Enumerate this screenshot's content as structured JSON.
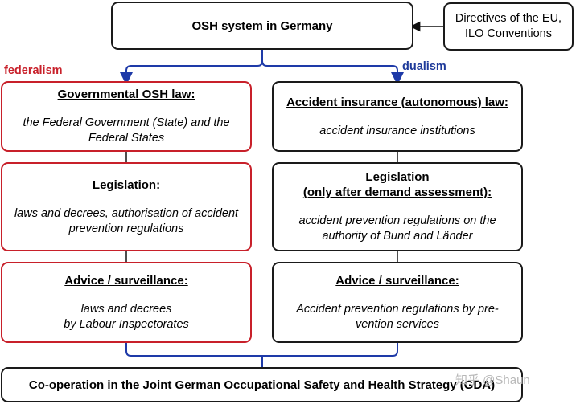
{
  "top": {
    "title": "OSH system in Germany"
  },
  "side_box": {
    "line1": "Directives of the EU,",
    "line2": "ILO Conventions"
  },
  "labels": {
    "left": "federalism",
    "right": "dualism",
    "left_color": "#c8202a",
    "right_color": "#1e3a9a"
  },
  "left_column": {
    "box1": {
      "heading": "Governmental OSH law:",
      "line1": "the Federal Government (State) and the",
      "line2": "Federal States"
    },
    "box2": {
      "heading": "Legislation:",
      "line1": "laws and decrees, authorisation of accident",
      "line2": "prevention regulations"
    },
    "box3": {
      "heading": "Advice / surveillance:",
      "line1": "laws and decrees",
      "line2": "by Labour Inspectorates"
    }
  },
  "right_column": {
    "box1": {
      "heading": "Accident insurance (autonomous) law:",
      "line1": "accident insurance institutions"
    },
    "box2": {
      "heading1": "Legislation",
      "heading2": "(only after demand assessment):",
      "line1": "accident prevention regulations on the",
      "line2": "authority of Bund and Länder"
    },
    "box3": {
      "heading": "Advice / surveillance:",
      "line1": "Accident prevention regulations by pre-",
      "line2": "vention services"
    }
  },
  "bottom": {
    "title": "Co-operation in the Joint German Occupational Safety and Health Strategy (GDA)"
  },
  "watermark": "知乎 @Shaun"
}
